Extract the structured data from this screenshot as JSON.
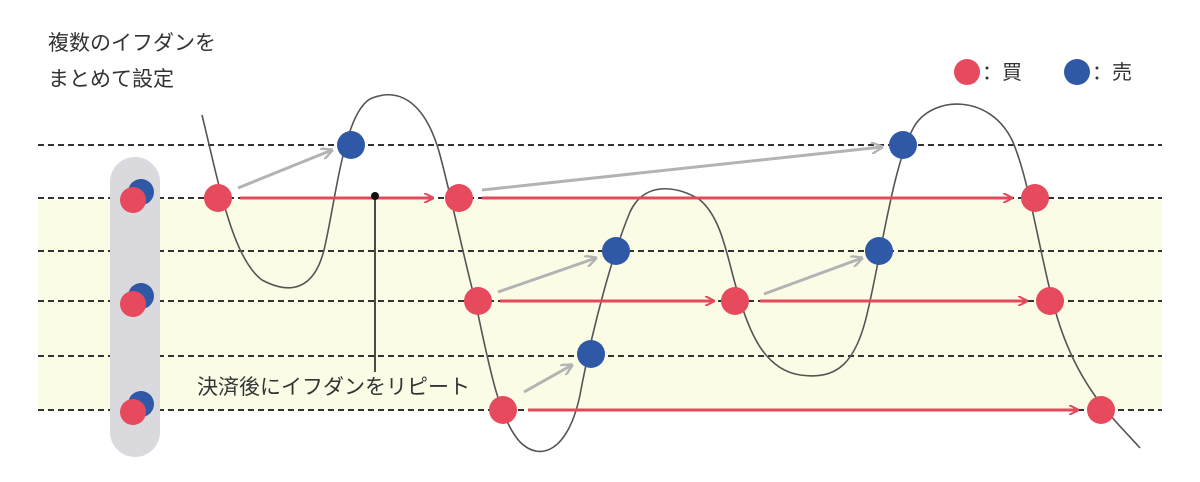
{
  "colors": {
    "buy": "#e64a5c",
    "sell": "#2f58a6",
    "band": "#fbfce6",
    "dash": "#333333",
    "arrow_red": "#e24a5c",
    "arrow_gray": "#b3b3b3",
    "price_line": "#555555",
    "group_bg": "#d9d9de"
  },
  "annotations": {
    "multi_setup_line1": "複数のイフダンを",
    "multi_setup_line2": "まとめて設定",
    "repeat_note": "決済後にイフダンをリピート"
  },
  "legend": {
    "buy": {
      "marker": "red-circle",
      "label": "：買"
    },
    "sell": {
      "marker": "blue-circle",
      "label": "：売"
    }
  },
  "orders": {
    "levels": 6,
    "pairs": 3,
    "pair_note": "each pair: buy at a lower line, sell one line above"
  }
}
